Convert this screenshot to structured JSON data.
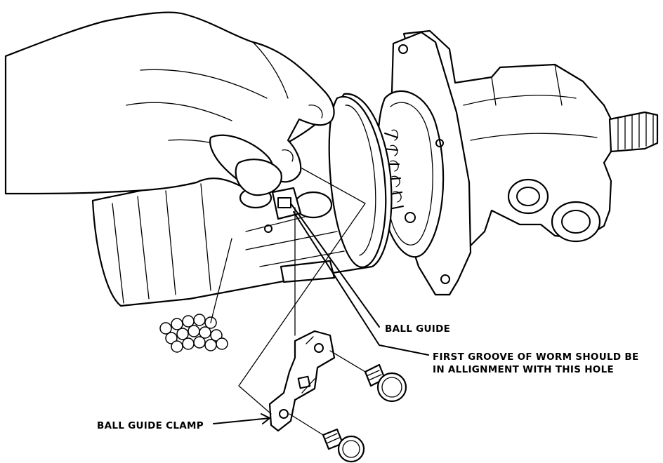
{
  "labels": {
    "ball_guide": "BALL GUIDE",
    "first_groove_line1": "FIRST GROOVE OF WORM SHOULD BE",
    "first_groove_line2": "IN ALLIGNMENT WITH THIS HOLE",
    "ball_guide_clamp": "BALL GUIDE CLAMP"
  }
}
